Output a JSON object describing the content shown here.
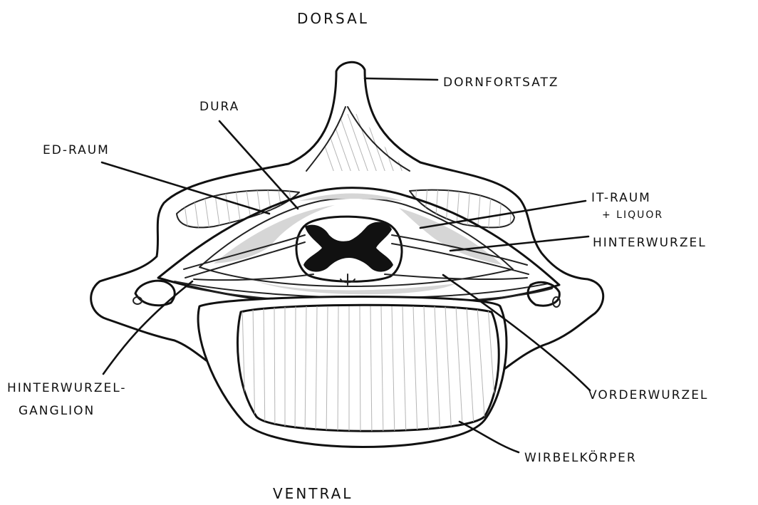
{
  "diagram": {
    "labels": {
      "dorsal": "DORSAL",
      "ventral": "VENTRAL",
      "dornfortsatz": "DORNFORTSATZ",
      "dura": "DURA",
      "ed_raum": "ED-RAUM",
      "it_raum_line1": "IT-RAUM",
      "it_raum_line2": "+ LIQUOR",
      "hinterwurzel": "HINTERWURZEL",
      "hinterwurzel_ganglion_line1": "HINTERWURZEL-",
      "hinterwurzel_ganglion_line2": "GANGLION",
      "vorderwurzel": "VORDERWURZEL",
      "wirbelkoerper": "WIRBELKÖRPER"
    },
    "colors": {
      "ink": "#111111",
      "spinal_cord_gray_matter": "#111111",
      "shading": "#d6d6d6"
    }
  }
}
